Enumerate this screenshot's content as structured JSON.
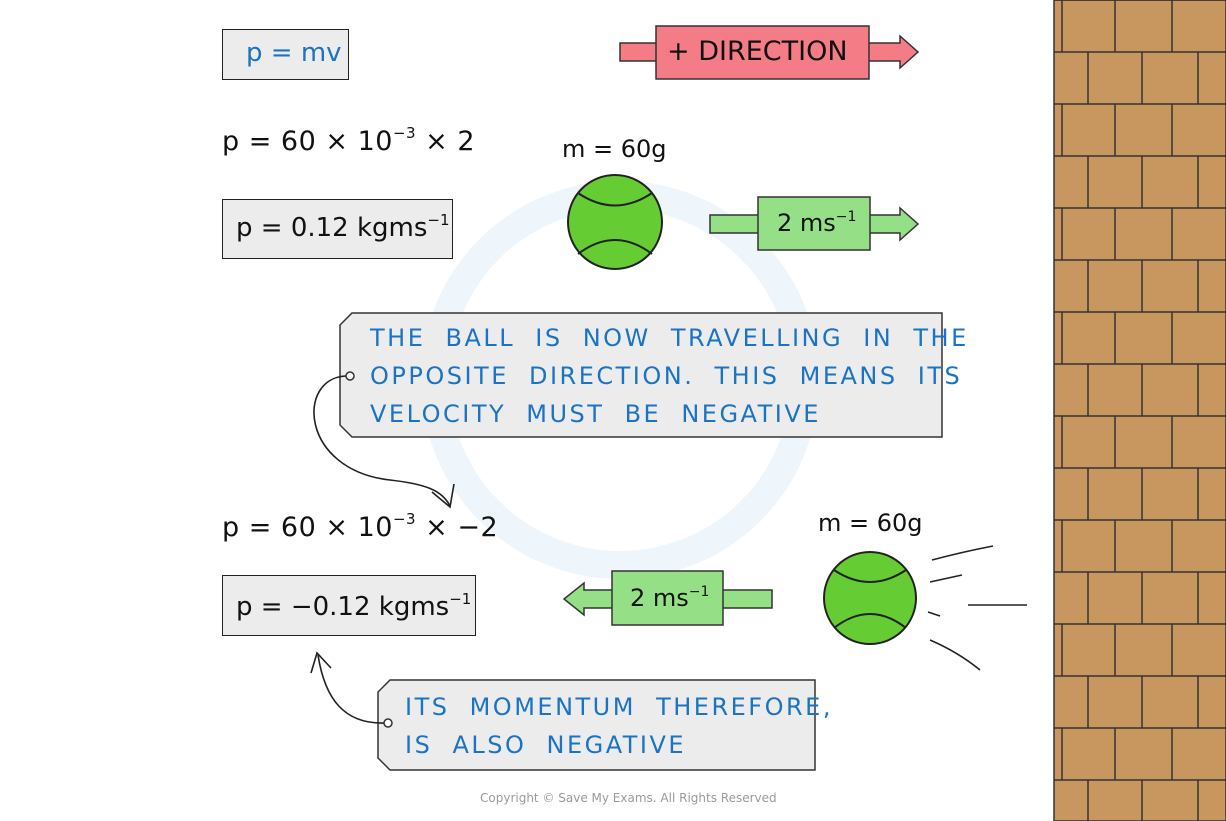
{
  "formula_box": "p = mv",
  "direction_arrow_label": "+ DIRECTION",
  "calc_1": {
    "prefix": "p = 60 × 10",
    "exp": "−3",
    "suffix": " × 2"
  },
  "result_1": {
    "prefix": "p = 0.12 kgms",
    "exp": "−1"
  },
  "ball_1": {
    "mass_label": "m = 60g",
    "velocity_prefix": "2 ms",
    "velocity_exp": "−1"
  },
  "note_1": {
    "line1": "THE BALL IS NOW TRAVELLING IN THE",
    "line2": "OPPOSITE DIRECTION. THIS MEANS ITS",
    "line3": "VELOCITY MUST BE NEGATIVE"
  },
  "calc_2": {
    "prefix": "p = 60 × 10",
    "exp": "−3",
    "suffix": " × −2"
  },
  "result_2": {
    "prefix": "p = −0.12 kgms",
    "exp": "−1"
  },
  "ball_2": {
    "mass_label": "m = 60g",
    "velocity_prefix": "2 ms",
    "velocity_exp": "−1"
  },
  "note_2": {
    "line1": "ITS MOMENTUM THEREFORE,",
    "line2": "IS ALSO NEGATIVE"
  },
  "copyright": "Copyright © Save My Exams. All Rights Reserved",
  "colors": {
    "note_text": "#1a73c4",
    "direction_arrow": "#f47c86",
    "velocity_arrow": "#95e086",
    "ball": "#66cc33",
    "brick": "#c8965f"
  }
}
